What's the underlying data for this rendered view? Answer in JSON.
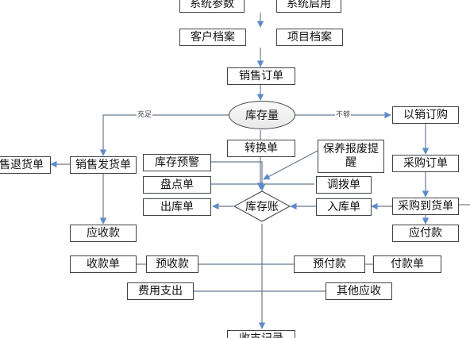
{
  "nodes": {
    "sys_params": "系统参数",
    "sys_enable": "系统启用",
    "customer_file": "客户档案",
    "project_file": "项目档案",
    "sales_order": "销售订单",
    "inventory_qty": "库存量",
    "sales_return": "售退货单",
    "sales_delivery": "销售发货单",
    "stock_alert": "库存预警",
    "transfer_doc": "转换单",
    "maintenance_scrap": "保养报废提醒",
    "stocktake": "盘点单",
    "allocation": "调拨单",
    "outbound": "出库单",
    "inventory_ledger": "库存账",
    "inbound": "入库单",
    "purchase_by_sales": "以销订购",
    "purchase_order": "采购订单",
    "purchase_arrival": "采购到货单",
    "receivable": "应收款",
    "payable": "应付款",
    "receipt": "收款单",
    "advance_receipt": "预收款",
    "prepayment": "预付款",
    "payment": "付款单",
    "expense": "费用支出",
    "other_receivable": "其他应收",
    "cash_record": "收支记录"
  },
  "edge_labels": {
    "sufficient": "充足",
    "insufficient": "不够"
  },
  "colors": {
    "arrow": "#5b8bc9",
    "border": "#3f4348",
    "line": "#6b7a90"
  }
}
